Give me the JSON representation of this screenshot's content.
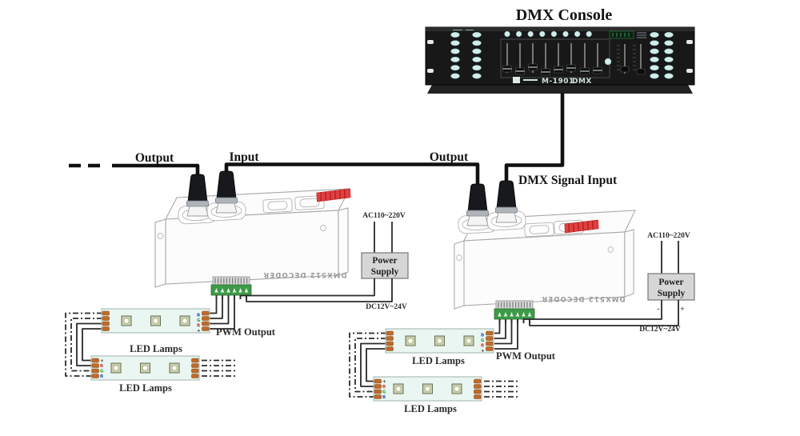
{
  "console": {
    "title": "DMX Console",
    "model": "M-1901",
    "protocol": "DMX"
  },
  "labels": {
    "output_left": "Output",
    "input_left": "Input",
    "output_right": "Output",
    "dmx_signal_input": "DMX Signal Input",
    "pwm_output_left": "PWM Output",
    "pwm_output_right": "PWM Output"
  },
  "decoders": [
    {
      "label": "DMX512 DECODER"
    },
    {
      "label": "DMX512 DECODER"
    }
  ],
  "power_supplies": [
    {
      "ac": "AC110~220V",
      "name_line1": "Power",
      "name_line2": "Supply",
      "dc": "DC12V~24V"
    },
    {
      "ac": "AC110~220V",
      "name_line1": "Power",
      "name_line2": "Supply",
      "dc": "DC12V~24V",
      "minus": "-",
      "plus": "+"
    }
  ],
  "led_strips": [
    {
      "label": "LED Lamps",
      "pins": [
        "B",
        "G",
        "R",
        "+"
      ]
    },
    {
      "label": "LED Lamps",
      "pins": [
        "+",
        "R",
        "G",
        "B"
      ]
    },
    {
      "label": "LED Lamps",
      "pins": [
        "B",
        "G",
        "R",
        "+"
      ]
    },
    {
      "label": "LED Lamps",
      "pins": [
        "+",
        "R",
        "G",
        "B"
      ]
    }
  ],
  "colors": {
    "wire": "#111111",
    "decoder_outline": "#a8a8a8",
    "terminal_green": "#3d9a47",
    "pad_copper": "#bf6b2a",
    "warning_stripe_red": "#e04040",
    "psu_fill": "#d6d6d6",
    "console_body": "#181818",
    "console_button": "#d2ecea",
    "pin_blue": "#2b4fd0",
    "pin_green": "#1f9e2e",
    "pin_red": "#d02b2b"
  }
}
